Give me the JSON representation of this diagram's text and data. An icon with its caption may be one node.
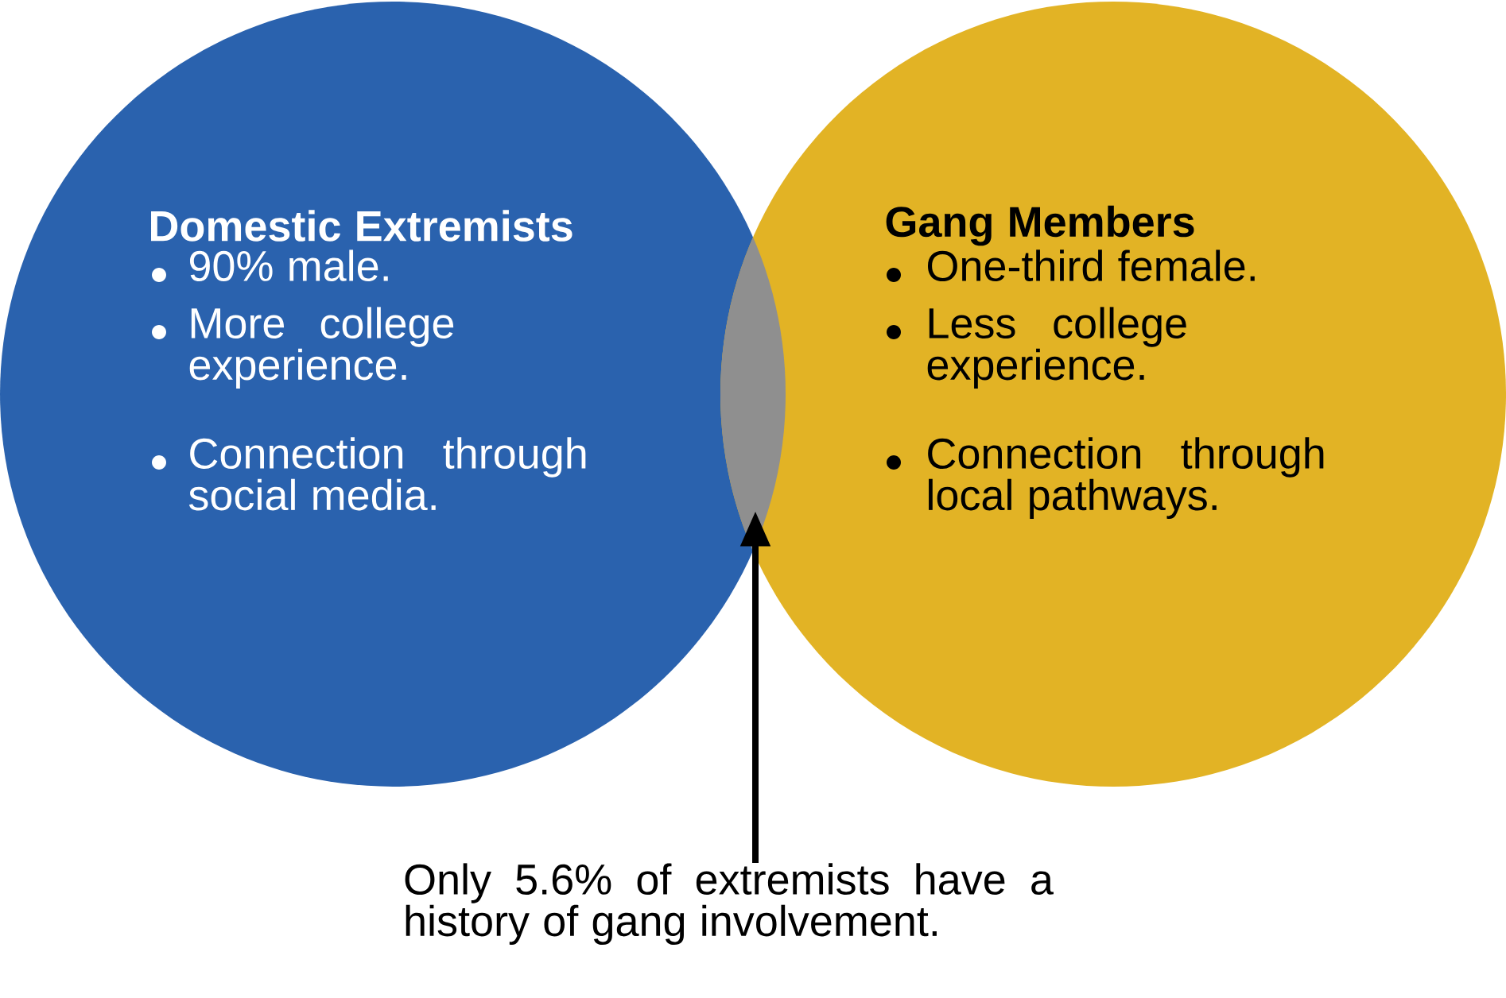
{
  "diagram": {
    "nodes": [
      {
        "text": [
          "Domestic Extremists",
          "90% male.",
          "More college experience.",
          "Connection through social media."
        ]
      },
      {
        "text": [
          "Gang Members",
          "One-third female.",
          "Less college experience.",
          "Connection through local pathways."
        ]
      },
      {
        "text": [],
        "shape": "lens"
      },
      {
        "text": [
          "Only 5.6% of extremists have a history of gang involvement."
        ]
      }
    ],
    "edges": [
      {
        "from": 3,
        "to": 2,
        "arrow": "to"
      }
    ]
  }
}
